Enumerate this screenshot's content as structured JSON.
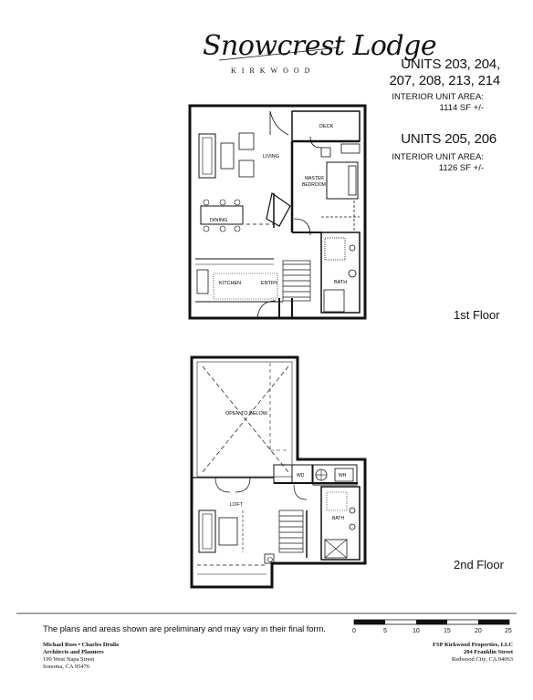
{
  "logo": {
    "name": "Snowcrest Lodge",
    "sub": "KIRKWOOD"
  },
  "units_a": {
    "line1": "UNITS 203, 204,",
    "line2": "207, 208, 213, 214",
    "area_label": "INTERIOR UNIT AREA:",
    "area_value": "1114 SF +/-"
  },
  "units_b": {
    "line1": "UNITS 205, 206",
    "area_label": "INTERIOR UNIT AREA:",
    "area_value": "1126 SF +/-"
  },
  "floors": {
    "first": "1st Floor",
    "second": "2nd Floor"
  },
  "rooms_1": {
    "deck": "DECK",
    "living": "LIVING",
    "master1": "MASTER",
    "master2": "BEDROOM",
    "dining": "DINING",
    "kitchen": "KITCHEN",
    "entry": "ENTRY",
    "bath": "BATH"
  },
  "rooms_2": {
    "open": "OPEN TO BELOW",
    "wd": "WD",
    "wh": "WH",
    "loft": "LOFT",
    "bath": "BATH"
  },
  "disclaimer": "The plans and areas shown are preliminary and may vary in their final form.",
  "scale": [
    "0",
    "5",
    "10",
    "15",
    "20",
    "25"
  ],
  "architect": {
    "name": "Michael Ross • Charles Drulis",
    "title": "Architects and Planners",
    "street": "190 West Napa Street",
    "city": "Sonoma, CA 95476"
  },
  "owner": {
    "name": "FSP Kirkwood Properties, LLC",
    "street": "204 Franklin Street",
    "city": "Redwood City, CA 94063"
  }
}
